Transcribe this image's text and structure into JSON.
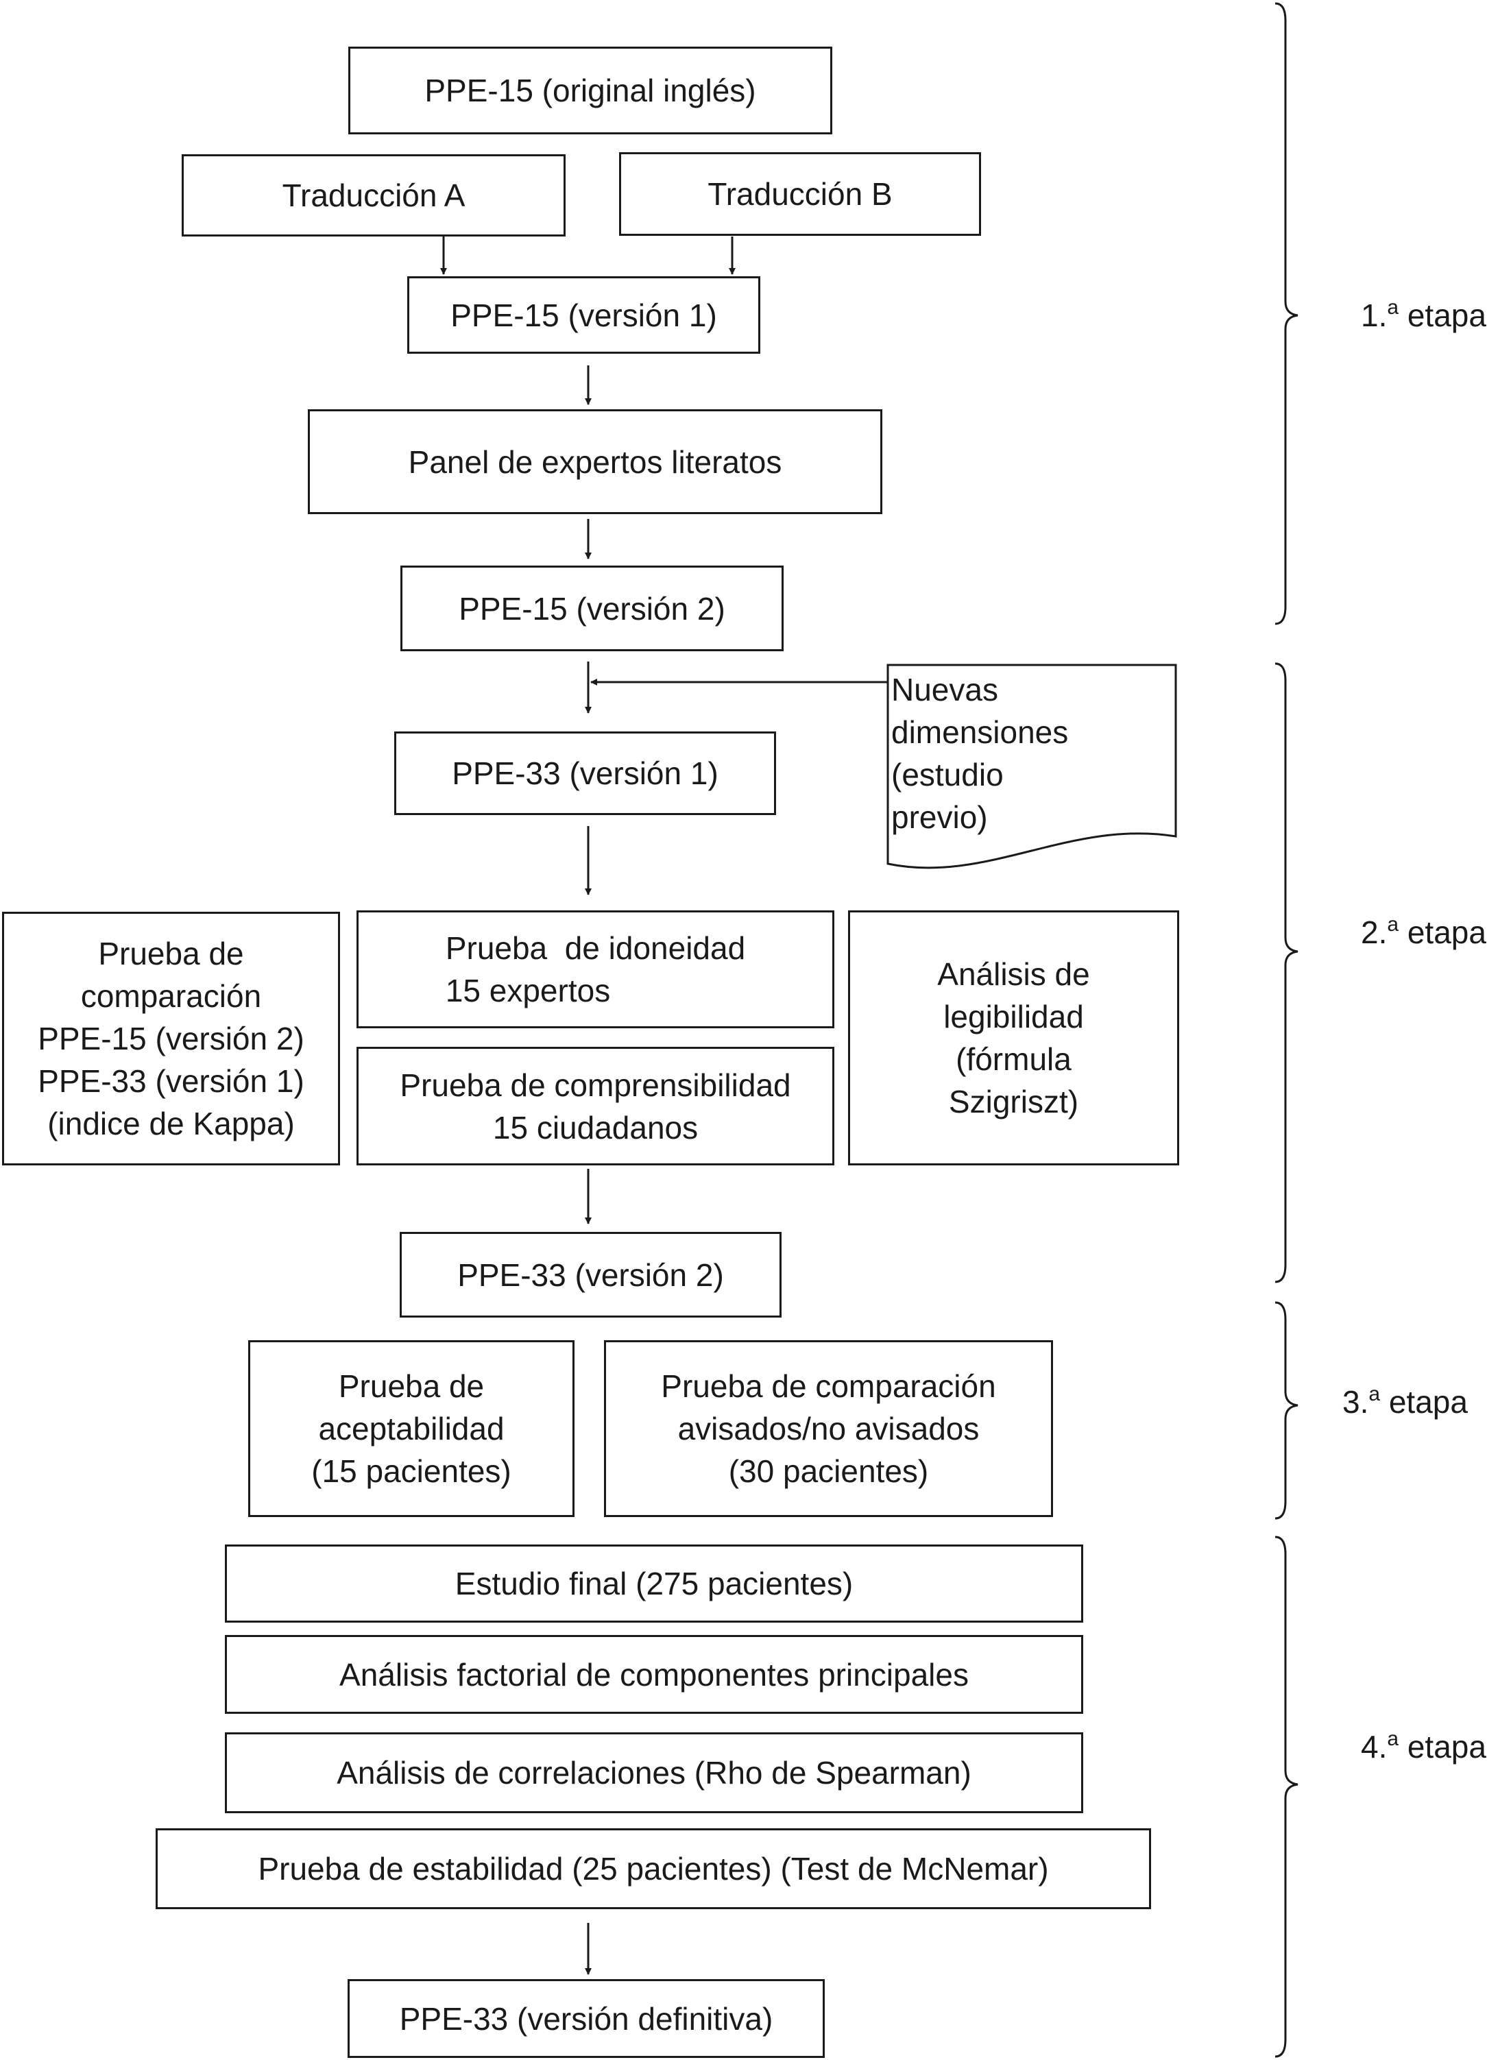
{
  "boxes": {
    "ppe15_original": "PPE-15 (original inglés)",
    "traduccion_a": "Traducción A",
    "traduccion_b": "Traducción B",
    "ppe15_v1": "PPE-15 (versión 1)",
    "panel_expertos": "Panel de expertos literatos",
    "ppe15_v2": "PPE-15 (versión 2)",
    "nuevas_dimensiones": [
      "Nuevas",
      "dimensiones",
      "(estudio",
      "previo)"
    ],
    "ppe33_v1": "PPE-33 (versión 1)",
    "prueba_comparacion": [
      "Prueba de",
      "comparación",
      "PPE-15 (versión 2)",
      "PPE-33 (versión 1)",
      "(indice de Kappa)"
    ],
    "prueba_idoneidad": [
      "Prueba  de idoneidad",
      "15 expertos"
    ],
    "prueba_comprensibilidad": [
      "Prueba de comprensibilidad",
      "15 ciudadanos"
    ],
    "analisis_legibilidad": [
      "Análisis de",
      "legibilidad",
      "(fórmula",
      "Szigriszt)"
    ],
    "ppe33_v2": "PPE-33 (versión 2)",
    "prueba_aceptabilidad": [
      "Prueba de",
      "aceptabilidad",
      "(15 pacientes)"
    ],
    "prueba_avisados": [
      "Prueba de comparación",
      "avisados/no avisados",
      "(30 pacientes)"
    ],
    "estudio_final": "Estudio final (275 pacientes)",
    "analisis_factorial": "Análisis factorial de componentes principales",
    "analisis_correlaciones": "Análisis de correlaciones (Rho de Spearman)",
    "prueba_estabilidad": "Prueba de estabilidad (25 pacientes) (Test de McNemar)",
    "ppe33_definitiva": "PPE-33 (versión definitiva)"
  },
  "stages": [
    {
      "num": "1.",
      "sup": "a",
      "word": "etapa"
    },
    {
      "num": "2.",
      "sup": "a",
      "word": "etapa"
    },
    {
      "num": "3.",
      "sup": "a",
      "word": "etapa"
    },
    {
      "num": "4.",
      "sup": "a",
      "word": "etapa"
    }
  ]
}
